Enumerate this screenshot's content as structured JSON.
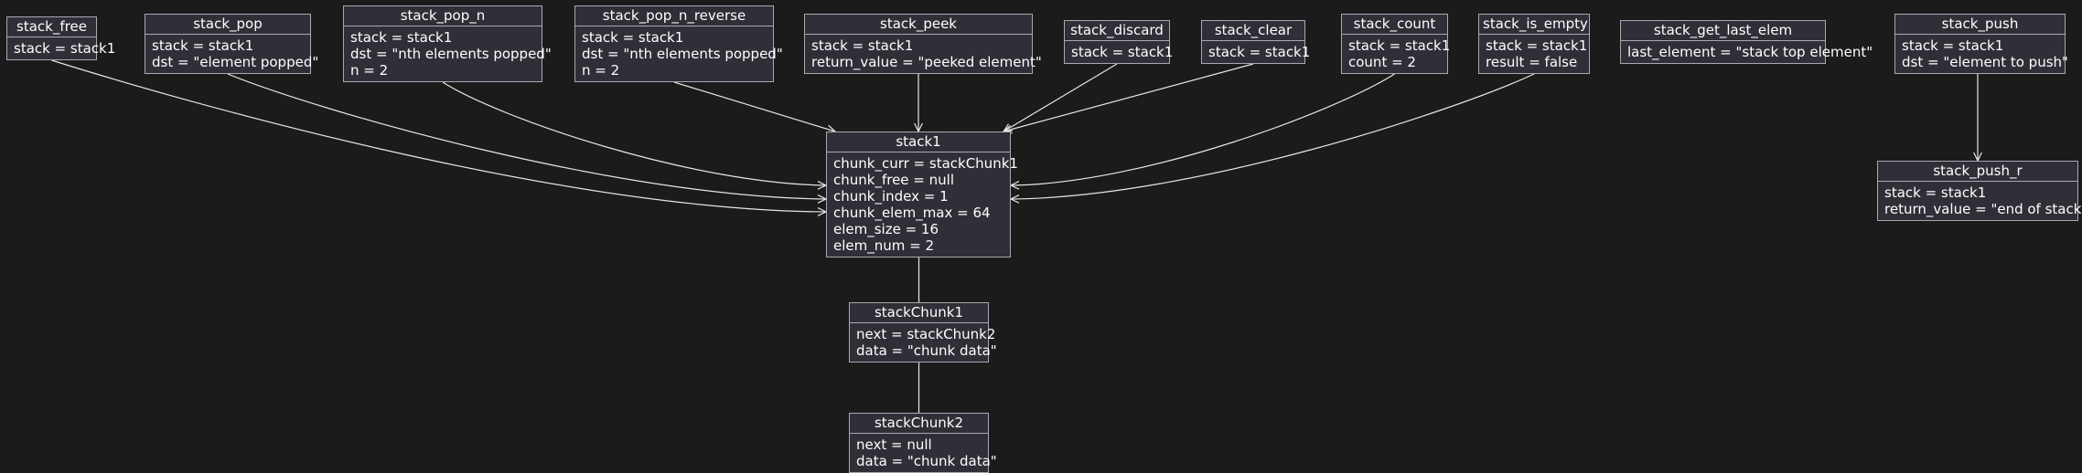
{
  "objects": {
    "stack_free": {
      "title": "stack_free",
      "fields": [
        "stack = stack1"
      ]
    },
    "stack_pop": {
      "title": "stack_pop",
      "fields": [
        "stack = stack1",
        "dst = \"element popped\""
      ]
    },
    "stack_pop_n": {
      "title": "stack_pop_n",
      "fields": [
        "stack = stack1",
        "dst = \"nth elements popped\"",
        "n = 2"
      ]
    },
    "stack_pop_n_reverse": {
      "title": "stack_pop_n_reverse",
      "fields": [
        "stack = stack1",
        "dst = \"nth elements popped\"",
        "n = 2"
      ]
    },
    "stack_peek": {
      "title": "stack_peek",
      "fields": [
        "stack = stack1",
        "return_value = \"peeked element\""
      ]
    },
    "stack_discard": {
      "title": "stack_discard",
      "fields": [
        "stack = stack1"
      ]
    },
    "stack_clear": {
      "title": "stack_clear",
      "fields": [
        "stack = stack1"
      ]
    },
    "stack_count": {
      "title": "stack_count",
      "fields": [
        "stack = stack1",
        "count = 2"
      ]
    },
    "stack_is_empty": {
      "title": "stack_is_empty",
      "fields": [
        "stack = stack1",
        "result = false"
      ]
    },
    "stack_get_last_elem": {
      "title": "stack_get_last_elem",
      "fields": [
        "last_element = \"stack top element\""
      ]
    },
    "stack_push": {
      "title": "stack_push",
      "fields": [
        "stack = stack1",
        "dst = \"element to push\""
      ]
    },
    "stack_push_r": {
      "title": "stack_push_r",
      "fields": [
        "stack = stack1",
        "return_value = \"end of stack\""
      ]
    },
    "stack1": {
      "title": "stack1",
      "fields": [
        "chunk_curr = stackChunk1",
        "chunk_free = null",
        "chunk_index = 1",
        "chunk_elem_max = 64",
        "elem_size = 16",
        "elem_num = 2"
      ]
    },
    "stackChunk1": {
      "title": "stackChunk1",
      "fields": [
        "next = stackChunk2",
        "data = \"chunk data\""
      ]
    },
    "stackChunk2": {
      "title": "stackChunk2",
      "fields": [
        "next = null",
        "data = \"chunk data\""
      ]
    }
  },
  "links": [
    {
      "from": "stack_free",
      "to": "stack1",
      "arrow": true
    },
    {
      "from": "stack_pop",
      "to": "stack1",
      "arrow": true
    },
    {
      "from": "stack_pop_n",
      "to": "stack1",
      "arrow": true
    },
    {
      "from": "stack_pop_n_reverse",
      "to": "stack1",
      "arrow": true
    },
    {
      "from": "stack_peek",
      "to": "stack1",
      "arrow": true
    },
    {
      "from": "stack_discard",
      "to": "stack1",
      "arrow": true
    },
    {
      "from": "stack_clear",
      "to": "stack1",
      "arrow": true
    },
    {
      "from": "stack_count",
      "to": "stack1",
      "arrow": true
    },
    {
      "from": "stack_is_empty",
      "to": "stack1",
      "arrow": true
    },
    {
      "from": "stack_push",
      "to": "stack_push_r",
      "arrow": true
    },
    {
      "from": "stack1",
      "to": "stackChunk1",
      "arrow": false
    },
    {
      "from": "stackChunk1",
      "to": "stackChunk2",
      "arrow": false
    }
  ]
}
